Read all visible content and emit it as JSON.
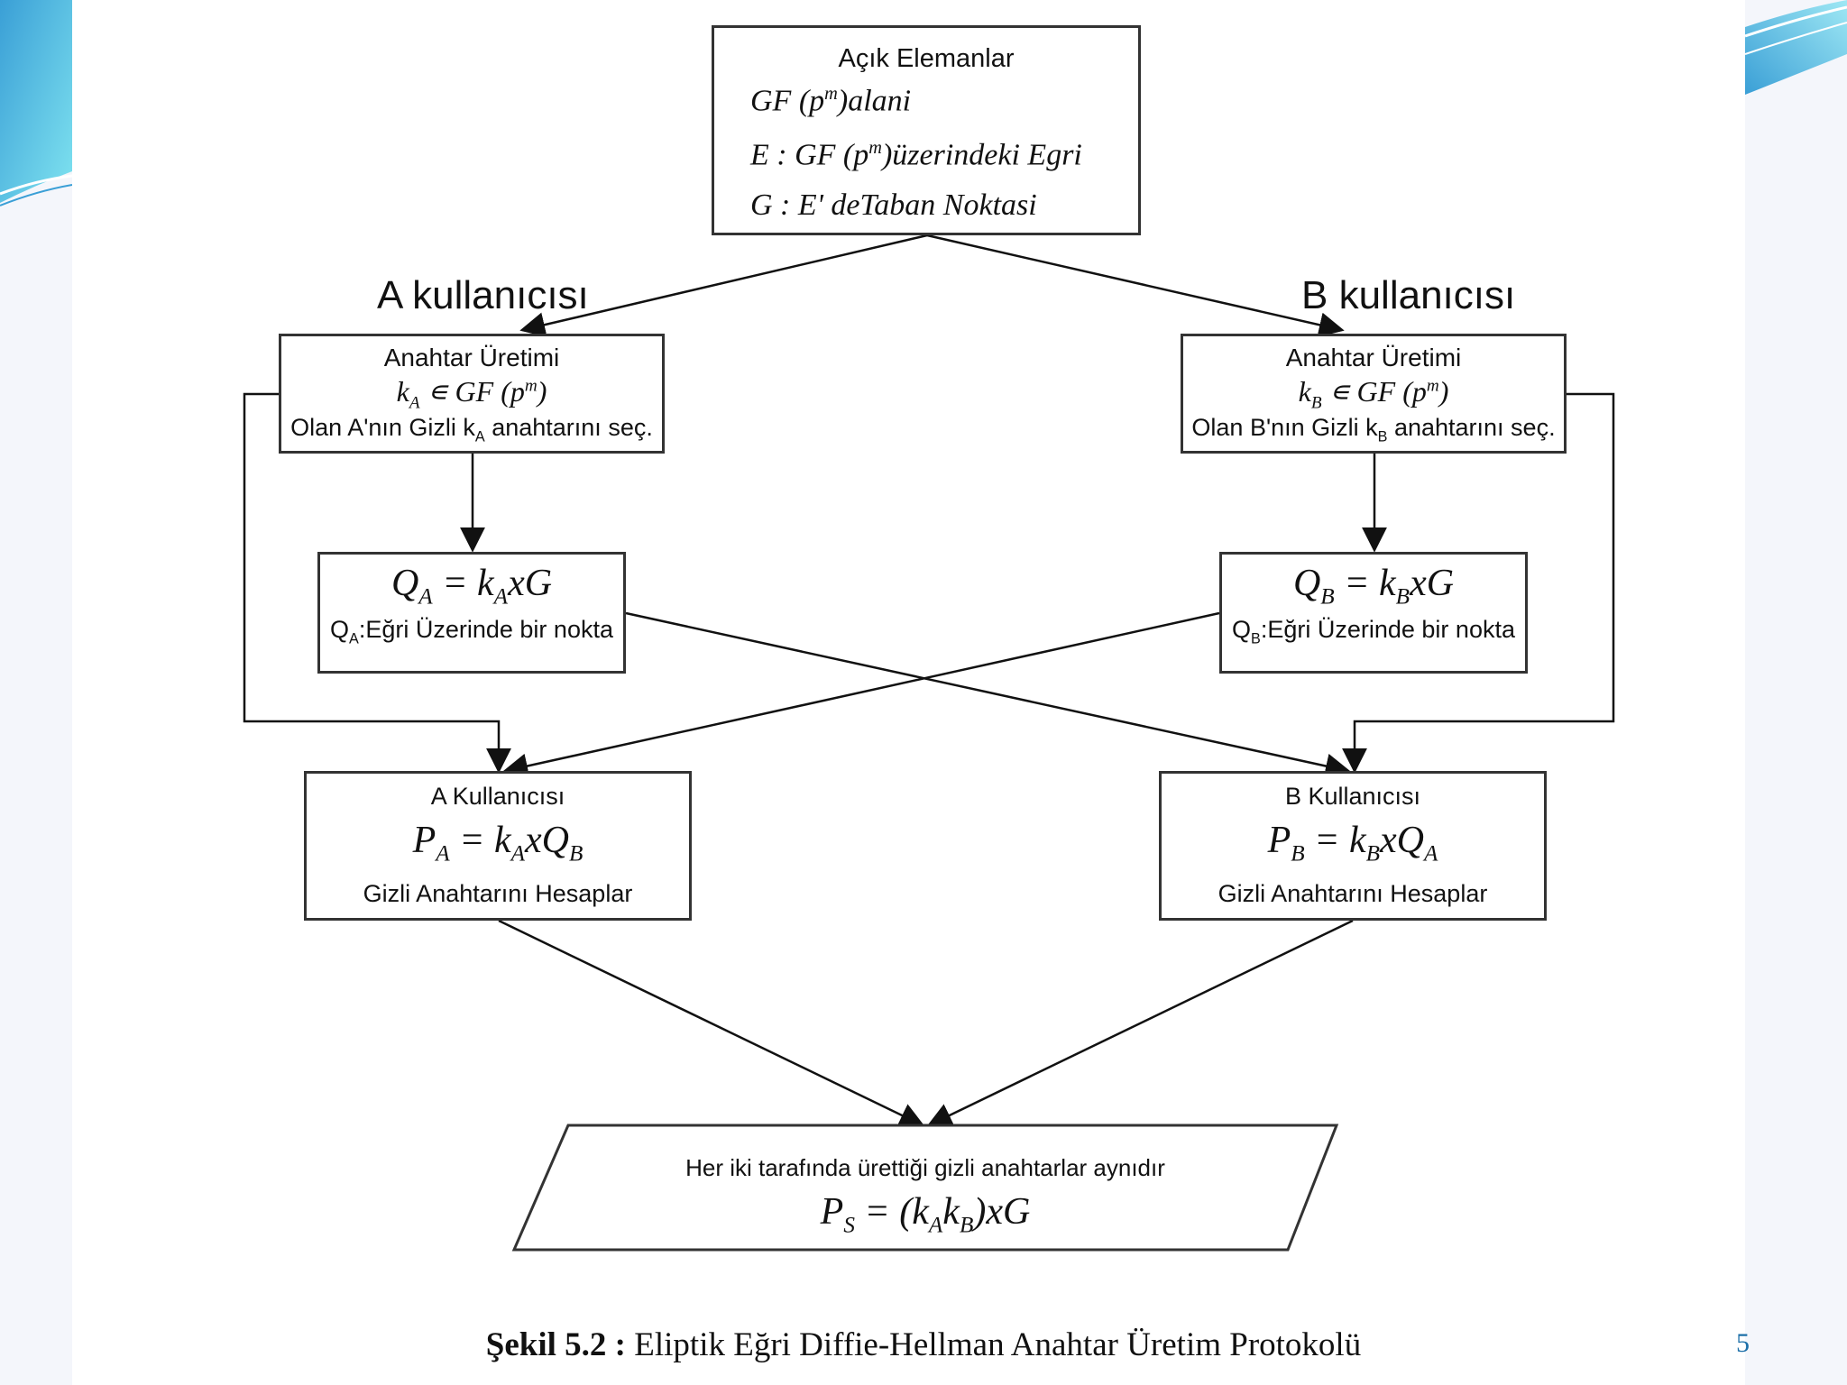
{
  "open_elements": {
    "title": "Açık Elemanlar",
    "line1": "GF (p",
    "line1_sup": "m",
    "line1_tail": ")alani",
    "line2": "E : GF (p",
    "line2_sup": "m",
    "line2_tail": ")üzerindeki  Egri",
    "line3": "G : E' deTaban  Noktasi"
  },
  "user_a": {
    "label": "A kullanıcısı",
    "keygen": {
      "title": "Anahtar Üretimi",
      "formula": "k",
      "formula_sub": "A",
      "formula_tail": " ∊ GF (p",
      "formula_sup": "m",
      "formula_end": ")",
      "desc": "Olan A'nın Gizli k",
      "desc_sub": "A",
      "desc_tail": " anahtarını seç."
    },
    "public": {
      "formula": "Q",
      "formula_sub": "A",
      "formula_mid": " = k",
      "formula_sub2": "A",
      "formula_tail": "xG",
      "desc": "Q",
      "desc_sub": "A",
      "desc_tail": ":Eğri Üzerinde bir nokta"
    },
    "secret": {
      "title": "A Kullanıcısı",
      "formula": "P",
      "formula_sub": "A",
      "formula_mid": " = k",
      "formula_sub2": "A",
      "formula_mid2": "xQ",
      "formula_sub3": "B",
      "desc": "Gizli Anahtarını Hesaplar"
    }
  },
  "user_b": {
    "label": "B kullanıcısı",
    "keygen": {
      "title": "Anahtar Üretimi",
      "formula": "k",
      "formula_sub": "B",
      "formula_tail": " ∊ GF (p",
      "formula_sup": "m",
      "formula_end": ")",
      "desc": "Olan B'nın Gizli k",
      "desc_sub": "B",
      "desc_tail": " anahtarını seç."
    },
    "public": {
      "formula": "Q",
      "formula_sub": "B",
      "formula_mid": " = k",
      "formula_sub2": "B",
      "formula_tail": "xG",
      "desc": "Q",
      "desc_sub": "B",
      "desc_tail": ":Eğri Üzerinde bir nokta"
    },
    "secret": {
      "title": "B Kullanıcısı",
      "formula": "P",
      "formula_sub": "B",
      "formula_mid": " = k",
      "formula_sub2": "B",
      "formula_mid2": "xQ",
      "formula_sub3": "A",
      "desc": "Gizli Anahtarını Hesaplar"
    }
  },
  "shared": {
    "desc": "Her iki tarafında ürettiği gizli anahtarlar aynıdır",
    "formula": "P",
    "formula_sub": "S",
    "formula_mid": " = (k",
    "formula_sub2": "A",
    "formula_mid2": "k",
    "formula_sub3": "B",
    "formula_tail": ")xG"
  },
  "caption": {
    "bold": "Şekil 5.2 :",
    "text": " Eliptik Eğri Diffie-Hellman Anahtar Üretim Protokolü"
  },
  "page_number": "5",
  "colors": {
    "deco_cyan": "#5fd3ea",
    "deco_blue": "#3a9fd6",
    "line": "#111111",
    "page_number": "#1c6fa8"
  }
}
